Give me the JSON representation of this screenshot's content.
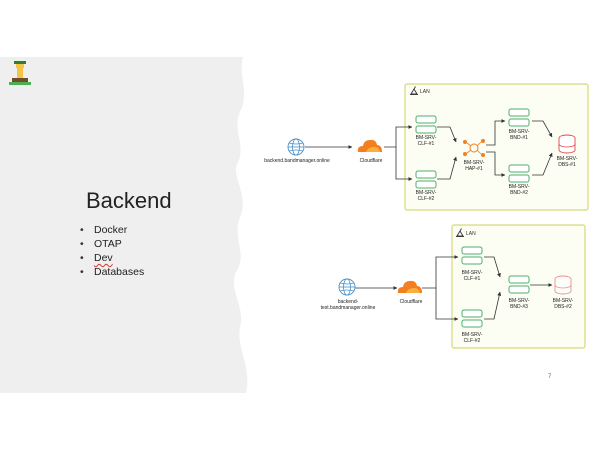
{
  "slide": {
    "title": "Backend",
    "bullets": [
      "Docker",
      "OTAP",
      "Dev",
      "Databases"
    ],
    "page_number": "7"
  },
  "diagram_top": {
    "group_label": "LAN",
    "domain": "backend.bandmanager.online",
    "cdn": "Cloudflare",
    "nodes": {
      "clf1": [
        "BM-SRV-",
        "CLF-#1"
      ],
      "clf2": [
        "BM-SRV-",
        "CLF-#2"
      ],
      "hap": [
        "BM-SRV-",
        "HAP-#1"
      ],
      "bnd1": [
        "BM-SRV-",
        "BND-#1"
      ],
      "bnd2": [
        "BM-SRV-",
        "BND-#2"
      ],
      "dbs": [
        "BM-SRV-",
        "DBS-#1"
      ]
    }
  },
  "diagram_bottom": {
    "group_label": "LAN",
    "domain": [
      "backend-",
      "test.bandmanager.online"
    ],
    "cdn": "Cloudflare",
    "nodes": {
      "clf1": [
        "BM-SRV-",
        "CLF-#1"
      ],
      "clf2": [
        "BM-SRV-",
        "CLF-#2"
      ],
      "bnd3": [
        "BM-SRV-",
        "BND-#3"
      ],
      "dbs2": [
        "BM-SRV-",
        "DBS-#2"
      ]
    }
  },
  "colors": {
    "lan_border": "#d6d97a",
    "lan_fill": "#fcfdf3",
    "server_green": "#4caf6e",
    "cloud_orange": "#f38020",
    "db_red": "#e0464d",
    "globe_blue": "#4a90c8"
  }
}
